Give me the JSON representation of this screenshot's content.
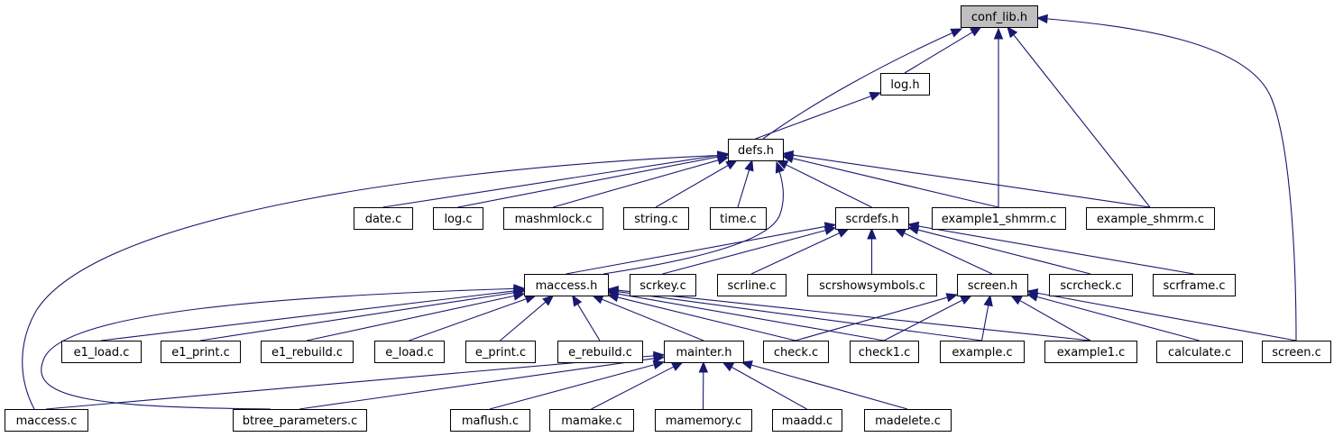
{
  "graph": {
    "root": "conf_lib.h",
    "colors": {
      "edge": "#191970",
      "root_fill": "#bfbfbf",
      "node_fill": "#ffffff",
      "border": "#000000"
    },
    "nodes": [
      {
        "id": "conf_lib_h",
        "label": "conf_lib.h",
        "root": true
      },
      {
        "id": "log_h",
        "label": "log.h"
      },
      {
        "id": "defs_h",
        "label": "defs.h"
      },
      {
        "id": "date_c",
        "label": "date.c"
      },
      {
        "id": "log_c",
        "label": "log.c"
      },
      {
        "id": "mashmlock_c",
        "label": "mashmlock.c"
      },
      {
        "id": "string_c",
        "label": "string.c"
      },
      {
        "id": "time_c",
        "label": "time.c"
      },
      {
        "id": "scrdefs_h",
        "label": "scrdefs.h"
      },
      {
        "id": "example1_shmrm_c",
        "label": "example1_shmrm.c"
      },
      {
        "id": "example_shmrm_c",
        "label": "example_shmrm.c"
      },
      {
        "id": "maccess_h",
        "label": "maccess.h"
      },
      {
        "id": "scrkey_c",
        "label": "scrkey.c"
      },
      {
        "id": "scrline_c",
        "label": "scrline.c"
      },
      {
        "id": "scrshowsymbols_c",
        "label": "scrshowsymbols.c"
      },
      {
        "id": "screen_h",
        "label": "screen.h"
      },
      {
        "id": "scrcheck_c",
        "label": "scrcheck.c"
      },
      {
        "id": "scrframe_c",
        "label": "scrframe.c"
      },
      {
        "id": "e1_load_c",
        "label": "e1_load.c"
      },
      {
        "id": "e1_print_c",
        "label": "e1_print.c"
      },
      {
        "id": "e1_rebuild_c",
        "label": "e1_rebuild.c"
      },
      {
        "id": "e_load_c",
        "label": "e_load.c"
      },
      {
        "id": "e_print_c",
        "label": "e_print.c"
      },
      {
        "id": "e_rebuild_c",
        "label": "e_rebuild.c"
      },
      {
        "id": "mainter_h",
        "label": "mainter.h"
      },
      {
        "id": "check_c",
        "label": "check.c"
      },
      {
        "id": "check1_c",
        "label": "check1.c"
      },
      {
        "id": "example_c",
        "label": "example.c"
      },
      {
        "id": "example1_c",
        "label": "example1.c"
      },
      {
        "id": "calculate_c",
        "label": "calculate.c"
      },
      {
        "id": "screen_c",
        "label": "screen.c"
      },
      {
        "id": "maccess_c",
        "label": "maccess.c"
      },
      {
        "id": "btree_parameters_c",
        "label": "btree_parameters.c"
      },
      {
        "id": "maflush_c",
        "label": "maflush.c"
      },
      {
        "id": "mamake_c",
        "label": "mamake.c"
      },
      {
        "id": "mamemory_c",
        "label": "mamemory.c"
      },
      {
        "id": "maadd_c",
        "label": "maadd.c"
      },
      {
        "id": "madelete_c",
        "label": "madelete.c"
      }
    ],
    "edges": [
      [
        "log_h",
        "conf_lib_h"
      ],
      [
        "defs_h",
        "conf_lib_h"
      ],
      [
        "example1_shmrm_c",
        "conf_lib_h"
      ],
      [
        "example_shmrm_c",
        "conf_lib_h"
      ],
      [
        "screen_c",
        "conf_lib_h"
      ],
      [
        "defs_h",
        "log_h"
      ],
      [
        "date_c",
        "defs_h"
      ],
      [
        "log_c",
        "defs_h"
      ],
      [
        "mashmlock_c",
        "defs_h"
      ],
      [
        "string_c",
        "defs_h"
      ],
      [
        "time_c",
        "defs_h"
      ],
      [
        "scrdefs_h",
        "defs_h"
      ],
      [
        "example1_shmrm_c",
        "defs_h"
      ],
      [
        "example_shmrm_c",
        "defs_h"
      ],
      [
        "maccess_h",
        "defs_h"
      ],
      [
        "maccess_c",
        "defs_h"
      ],
      [
        "maccess_h",
        "scrdefs_h"
      ],
      [
        "scrkey_c",
        "scrdefs_h"
      ],
      [
        "scrline_c",
        "scrdefs_h"
      ],
      [
        "scrshowsymbols_c",
        "scrdefs_h"
      ],
      [
        "screen_h",
        "scrdefs_h"
      ],
      [
        "scrcheck_c",
        "scrdefs_h"
      ],
      [
        "scrframe_c",
        "scrdefs_h"
      ],
      [
        "e1_load_c",
        "maccess_h"
      ],
      [
        "e1_print_c",
        "maccess_h"
      ],
      [
        "e1_rebuild_c",
        "maccess_h"
      ],
      [
        "e_load_c",
        "maccess_h"
      ],
      [
        "e_print_c",
        "maccess_h"
      ],
      [
        "e_rebuild_c",
        "maccess_h"
      ],
      [
        "mainter_h",
        "maccess_h"
      ],
      [
        "check_c",
        "maccess_h"
      ],
      [
        "check1_c",
        "maccess_h"
      ],
      [
        "example_c",
        "maccess_h"
      ],
      [
        "example1_c",
        "maccess_h"
      ],
      [
        "btree_parameters_c",
        "maccess_h"
      ],
      [
        "check_c",
        "screen_h"
      ],
      [
        "check1_c",
        "screen_h"
      ],
      [
        "example_c",
        "screen_h"
      ],
      [
        "example1_c",
        "screen_h"
      ],
      [
        "calculate_c",
        "screen_h"
      ],
      [
        "screen_c",
        "screen_h"
      ],
      [
        "maccess_c",
        "mainter_h"
      ],
      [
        "btree_parameters_c",
        "mainter_h"
      ],
      [
        "maflush_c",
        "mainter_h"
      ],
      [
        "mamake_c",
        "mainter_h"
      ],
      [
        "mamemory_c",
        "mainter_h"
      ],
      [
        "maadd_c",
        "mainter_h"
      ],
      [
        "madelete_c",
        "mainter_h"
      ]
    ]
  }
}
